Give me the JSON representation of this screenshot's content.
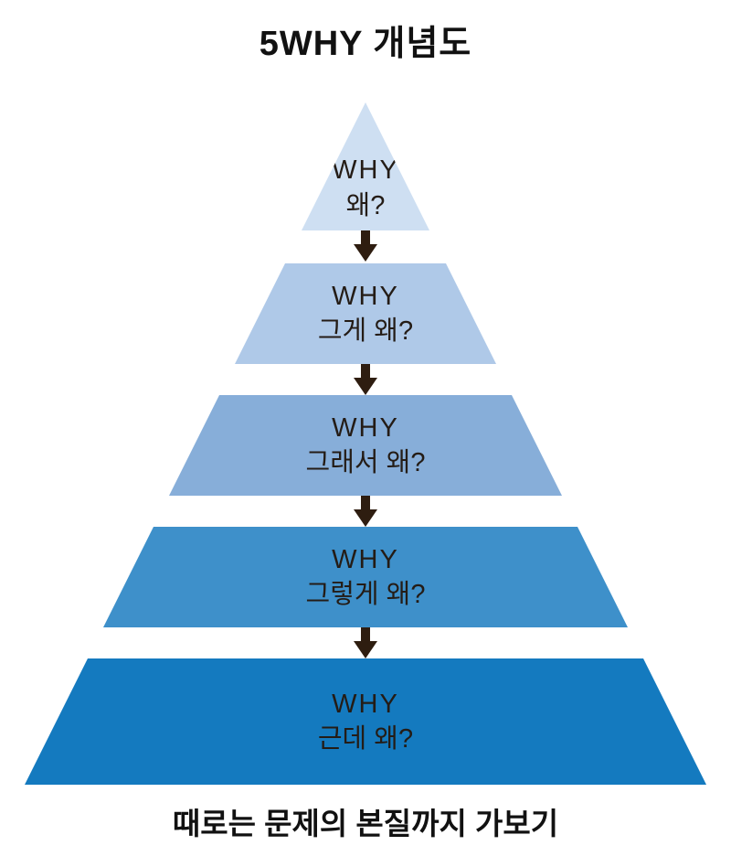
{
  "title": "5WHY 개념도",
  "caption": "때로는 문제의 본질까지 가보기",
  "levels": [
    {
      "label": "WHY",
      "question": "왜?"
    },
    {
      "label": "WHY",
      "question": "그게 왜?"
    },
    {
      "label": "WHY",
      "question": "그래서 왜?"
    },
    {
      "label": "WHY",
      "question": "그렇게 왜?"
    },
    {
      "label": "WHY",
      "question": "근데 왜?"
    }
  ],
  "colors": {
    "level1": "#cedff2",
    "level2": "#afc9e8",
    "level3": "#87aed9",
    "level4": "#3e90ca",
    "level5": "#147abf",
    "arrow": "#2e1d10",
    "text": "#241c16"
  }
}
